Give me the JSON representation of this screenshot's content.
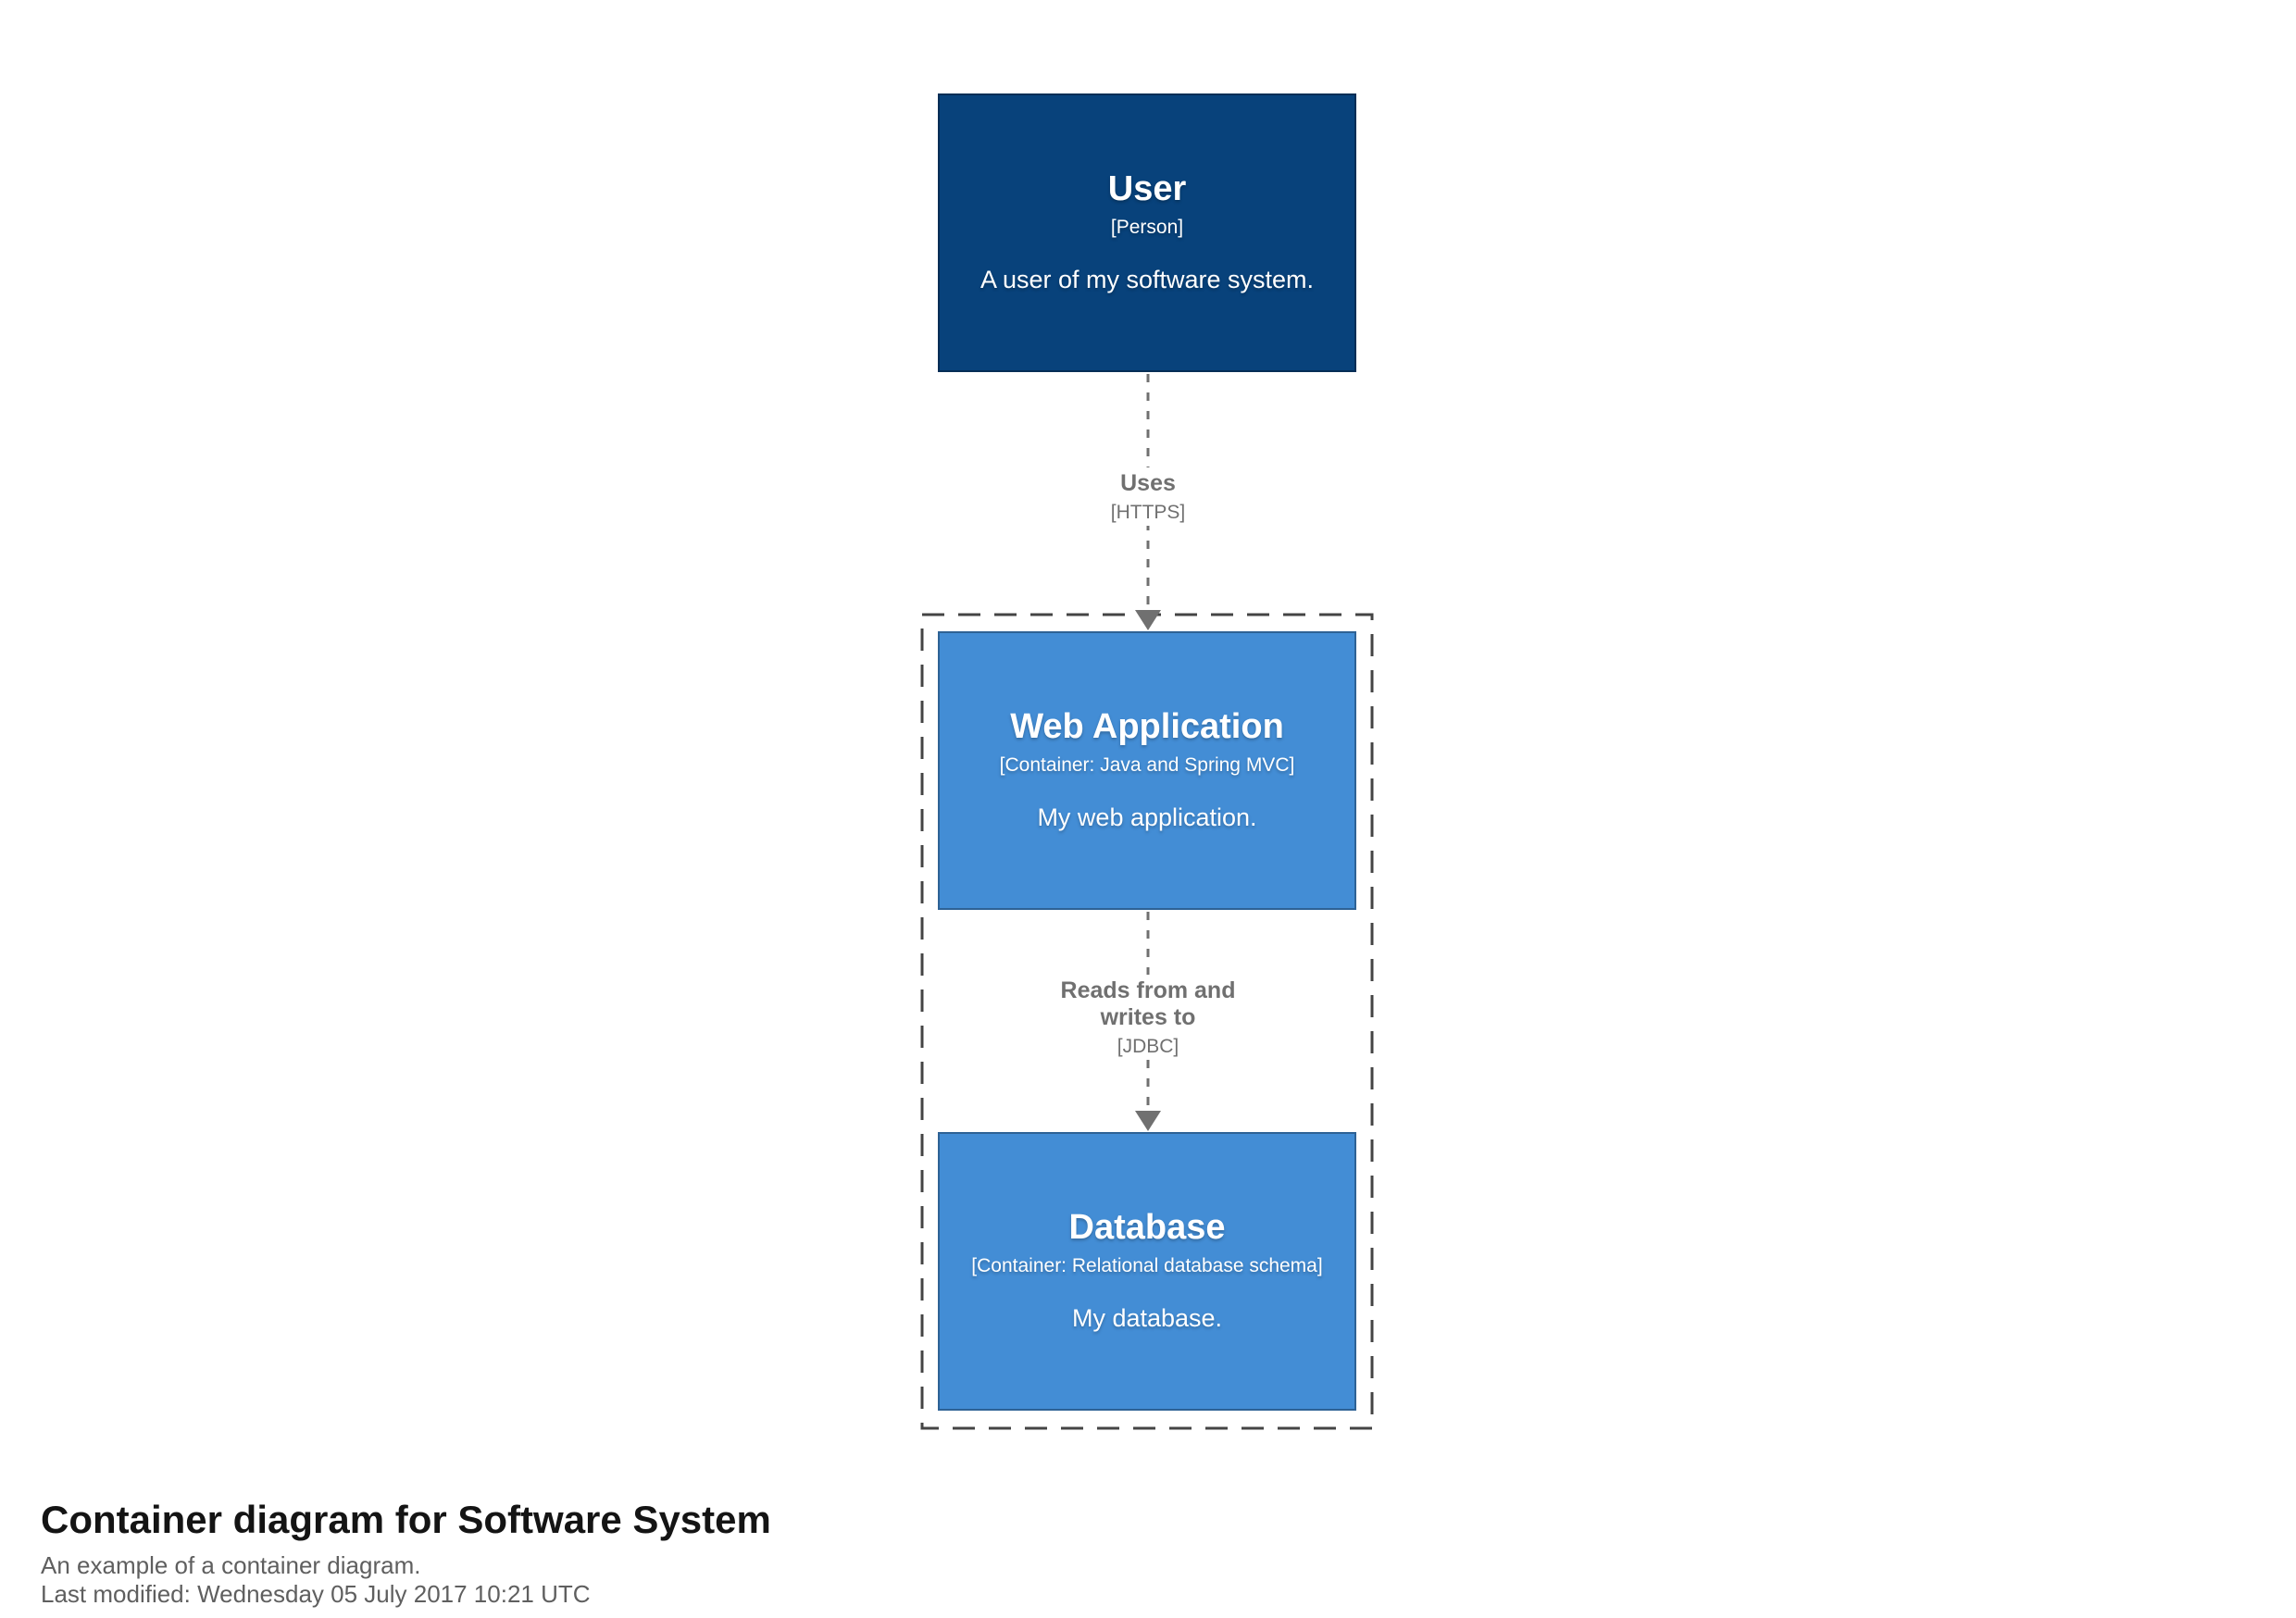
{
  "diagram": {
    "kind": "c4-container-diagram",
    "nodes": {
      "user": {
        "name": "User",
        "meta": "[Person]",
        "description": "A user of my software system."
      },
      "web_application": {
        "name": "Web Application",
        "meta": "[Container: Java and Spring MVC]",
        "description": "My web application."
      },
      "database": {
        "name": "Database",
        "meta": "[Container: Relational database schema]",
        "description": "My database."
      }
    },
    "relationships": {
      "uses": {
        "label": "Uses",
        "technology": "[HTTPS]"
      },
      "reads_writes": {
        "label": "Reads from and writes to",
        "technology": "[JDBC]"
      }
    }
  },
  "footer": {
    "title": "Container diagram for Software System",
    "subtitle": "An example of a container diagram.",
    "last_modified": "Last modified: Wednesday 05 July 2017 10:21 UTC"
  },
  "colors": {
    "person_bg": "#08427b",
    "person_border": "#052e56",
    "container_bg": "#438dd5",
    "container_border": "#2e6295",
    "relationship": "#707070",
    "boundary": "#444444",
    "footer_title": "#141414",
    "footer_text": "#5f5f5f",
    "page_bg": "#ffffff"
  }
}
